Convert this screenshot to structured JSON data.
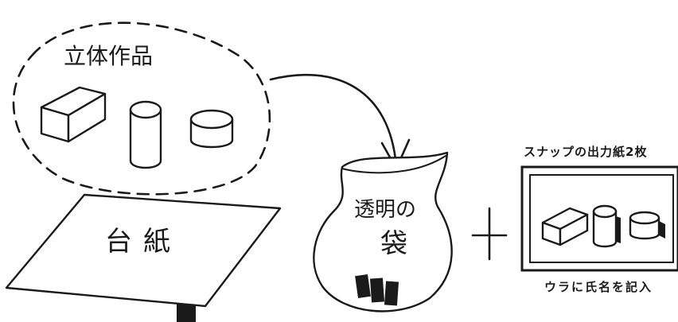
{
  "sections": {
    "solid_works": {
      "title": "立体作品"
    },
    "mount_board": {
      "label": "台紙"
    },
    "bag": {
      "label_line1": "透明の",
      "label_line2": "袋"
    },
    "snapshot": {
      "title": "スナップの出力紙2枚",
      "caption": "ウラに氏名を記入"
    },
    "plus_sign": "+"
  },
  "icons": {
    "work_shapes": [
      "box-icon",
      "cylinder-icon",
      "disc-icon"
    ],
    "photo_shapes": [
      "box-icon",
      "cylinder-icon",
      "disc-icon"
    ]
  },
  "colors": {
    "ink": "#1a1a1a",
    "paper": "#ffffff"
  }
}
